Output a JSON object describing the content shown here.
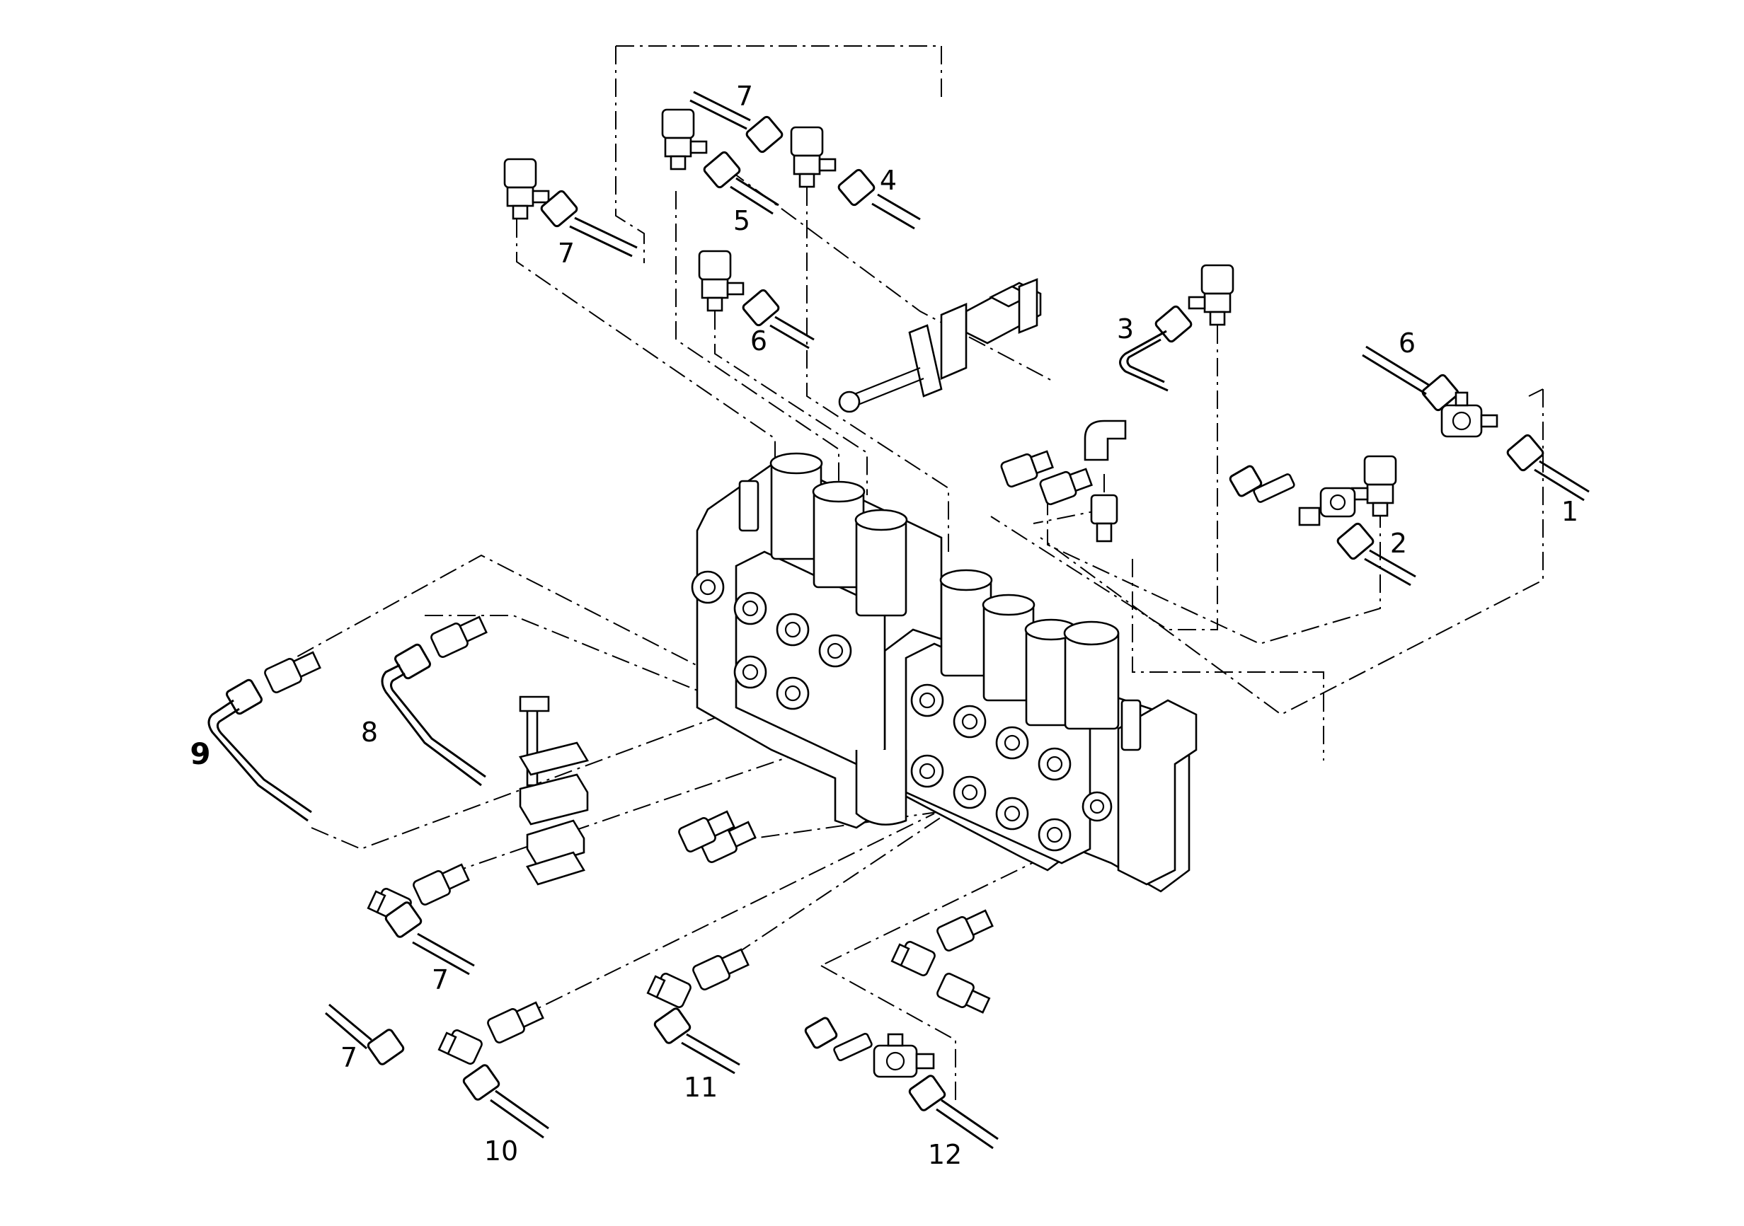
{
  "diagram": {
    "callouts": [
      {
        "id": "c7a",
        "text": "7"
      },
      {
        "id": "c4",
        "text": "4"
      },
      {
        "id": "c5",
        "text": "5"
      },
      {
        "id": "c7b",
        "text": "7"
      },
      {
        "id": "c6a",
        "text": "6"
      },
      {
        "id": "c3",
        "text": "3"
      },
      {
        "id": "c6b",
        "text": "6"
      },
      {
        "id": "c2",
        "text": "2"
      },
      {
        "id": "c1",
        "text": "1"
      },
      {
        "id": "c9",
        "text": "9"
      },
      {
        "id": "c8",
        "text": "8"
      },
      {
        "id": "c7c",
        "text": "7"
      },
      {
        "id": "c7d",
        "text": "7"
      },
      {
        "id": "c10",
        "text": "10"
      },
      {
        "id": "c11",
        "text": "11"
      },
      {
        "id": "c12",
        "text": "12"
      }
    ]
  }
}
